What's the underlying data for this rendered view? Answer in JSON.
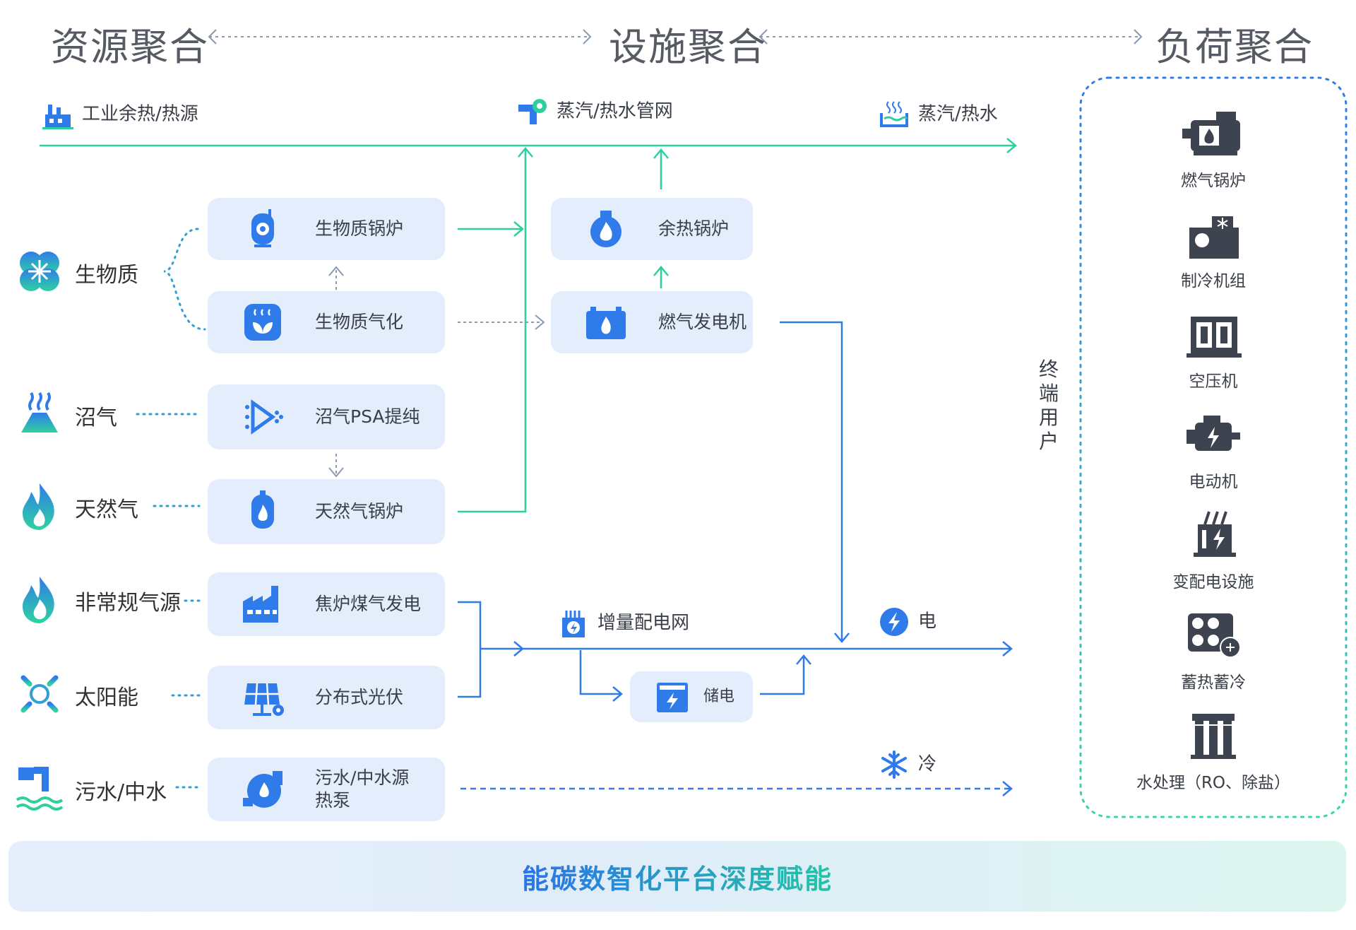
{
  "headers": {
    "resource": "资源聚合",
    "facility": "设施聚合",
    "load": "负荷聚合"
  },
  "top_flows": {
    "industrial_heat": "工业余热/热源",
    "steam_network": "蒸汽/热水管网",
    "steam_hotwater": "蒸汽/热水"
  },
  "sources": [
    {
      "label": "生物质",
      "icon": "clover-flower-icon"
    },
    {
      "label": "沼气",
      "icon": "biogas-flask-icon"
    },
    {
      "label": "天然气",
      "icon": "flame-icon"
    },
    {
      "label": "非常规气源",
      "icon": "flame-outline-icon"
    },
    {
      "label": "太阳能",
      "icon": "sun-icon"
    },
    {
      "label": "污水/中水",
      "icon": "wastewater-pipe-icon"
    }
  ],
  "left_boxes": [
    {
      "label": "生物质锅炉",
      "icon": "boiler-tank-icon"
    },
    {
      "label": "生物质气化",
      "icon": "gasification-icon"
    },
    {
      "label": "沼气PSA提纯",
      "icon": "purification-icon"
    },
    {
      "label": "天然气锅炉",
      "icon": "gas-boiler-icon"
    },
    {
      "label": "焦炉煤气发电",
      "icon": "factory-icon"
    },
    {
      "label": "分布式光伏",
      "icon": "solar-panel-icon"
    },
    {
      "label": "污水/中水源\n热泵",
      "icon": "heat-pump-icon"
    }
  ],
  "mid_boxes": [
    {
      "label": "余热锅炉",
      "icon": "waste-heat-boiler-icon"
    },
    {
      "label": "燃气发电机",
      "icon": "battery-flame-icon"
    },
    {
      "label": "储电",
      "icon": "storage-battery-icon"
    }
  ],
  "mid_flows": {
    "grid": "增量配电网",
    "electricity": "电",
    "cold": "冷"
  },
  "end_user": "终端用户",
  "loads": [
    {
      "label": "燃气锅炉",
      "icon": "gas-boiler-unit-icon"
    },
    {
      "label": "制冷机组",
      "icon": "chiller-icon"
    },
    {
      "label": "空压机",
      "icon": "air-compressor-icon"
    },
    {
      "label": "电动机",
      "icon": "motor-icon"
    },
    {
      "label": "变配电设施",
      "icon": "transformer-icon"
    },
    {
      "label": "蓄热蓄冷",
      "icon": "thermal-storage-icon"
    },
    {
      "label": "水处理（RO、除盐）",
      "icon": "water-treatment-icon"
    }
  ],
  "banner": "能碳数智化平台深度赋能",
  "colors": {
    "blue": "#2f7bea",
    "teal": "#2ecf9e",
    "box_bg": "#e3edfb",
    "dashed": "#8a9ab2"
  }
}
